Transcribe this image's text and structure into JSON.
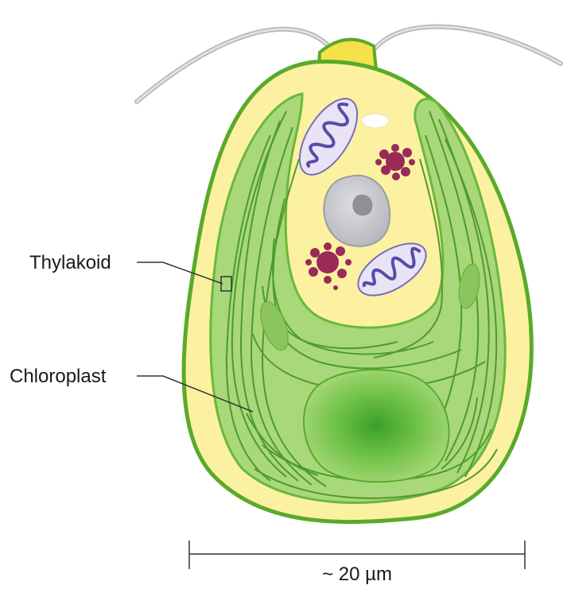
{
  "labels": {
    "thylakoid": "Thylakoid",
    "chloroplast": "Chloroplast"
  },
  "scale_bar": {
    "text": "~ 20 µm"
  },
  "colors": {
    "cell_wall": "#5aaa2a",
    "cytoplasm": "#fbf1a0",
    "chloroplast_fill": "#a8d87a",
    "thylakoid_stroke": "#4e9a2e",
    "pyrenoid": "#6cc040",
    "nucleus": "#c9cbcf",
    "nucleolus": "#8e9096",
    "mitochondrion": "#5a4aa8",
    "golgi": "#9a2a58",
    "flagella": "#b8b8b8"
  },
  "icons": {
    "thylakoid_marker": "thylakoid-box-icon"
  }
}
